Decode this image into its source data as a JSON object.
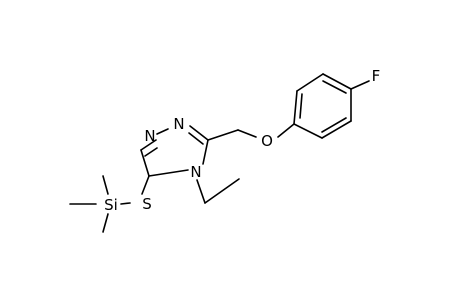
{
  "molecule": {
    "atoms": {
      "fluorine": "F",
      "oxygen": "O",
      "nitrogen_top": "N",
      "nitrogen_left": "N",
      "nitrogen_ring": "N",
      "sulfur": "S",
      "silicon": "Si"
    }
  }
}
